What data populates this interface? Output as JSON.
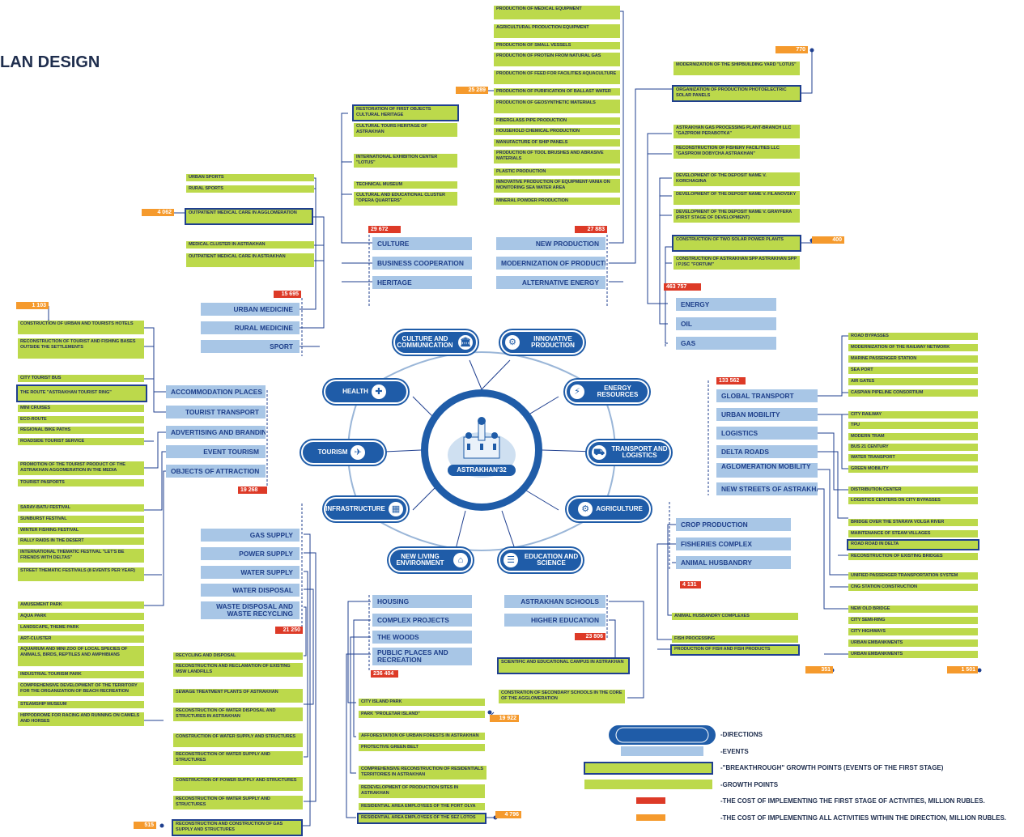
{
  "title": "LAN DESIGN",
  "hub": {
    "label": "ASTRAKHAN'32"
  },
  "directions": {
    "culture": "CULTURE AND COMMUNICATION",
    "innovative": "INNOVATIVE PRODUCTION",
    "health": "HEALTH",
    "energy": "ENERGY RESOURCES",
    "tourism": "TOURISM",
    "transport": "TRANSPORT AND LOGISTICS",
    "infrastructure": "INFRASTRUCTURE",
    "agriculture": "AGRICULTURE",
    "living": "NEW LIVING ENVIRONMENT",
    "education": "EDUCATION AND SCIENCE"
  },
  "costs": {
    "c1103": "1 103",
    "c4062": "4 062",
    "c25289": "25 289",
    "c770": "770",
    "c400": "400",
    "c515": "515",
    "c4796": "4 796",
    "c19922": "19 922",
    "c351": "351",
    "c1501": "1 501",
    "r29672": "29 672",
    "r27883": "27 883",
    "r15695": "15 695",
    "r463757": "463 757",
    "r133562": "133 562",
    "r19268": "19 268",
    "r4131": "4 131",
    "r21250": "21 250",
    "r23806": "23 806",
    "r236404": "236 404"
  },
  "events": {
    "culture": "CULTURE",
    "business": "BUSINESS COOPERATION",
    "heritage": "HERITAGE",
    "new_production": "NEW PRODUCTION",
    "modernization": "MODERNIZATION OF PRODUCTION",
    "alt_energy": "ALTERNATIVE ENERGY",
    "urban_medicine": "URBAN MEDICINE",
    "rural_medicine": "RURAL MEDICINE",
    "sport": "SPORT",
    "energy": "ENERGY",
    "oil": "OIL",
    "gas": "GAS",
    "accommodation": "ACCOMMODATION PLACES",
    "tourist_transport": "TOURIST TRANSPORT",
    "advertising": "ADVERTISING AND BRANDING",
    "event_tourism": "EVENT TOURISM",
    "attraction": "OBJECTS OF ATTRACTION",
    "global_transport": "GLOBAL TRANSPORT",
    "urban_mobility": "URBAN MOBILITY",
    "logistics": "LOGISTICS",
    "delta_roads": "DELTA ROADS",
    "aglomeration": "AGLOMERATION MOBILITY",
    "new_streets": "NEW STREETS OF ASTRAKHAN",
    "crop": "CROP PRODUCTION",
    "fisheries": "FISHERIES COMPLEX",
    "animal": "ANIMAL HUSBANDRY",
    "gas_supply": "GAS SUPPLY",
    "power_supply": "POWER SUPPLY",
    "water_supply": "WATER SUPPLY",
    "water_disposal": "WATER DISPOSAL",
    "waste": "WASTE DISPOSAL AND WASTE RECYCLING",
    "housing": "HOUSING",
    "complex": "COMPLEX PROJECTS",
    "woods": "THE WOODS",
    "public_places": "PUBLIC PLACES AND RECREATION",
    "schools": "ASTRAKHAN SCHOOLS",
    "higher_ed": "HIGHER EDUCATION"
  },
  "growth": {
    "culture": [
      "RESTORATION OF FIRST OBJECTS CULTURAL HERITAGE",
      "CULTURAL TOURS HERITAGE OF ASTRAKHAN",
      "INTERNATIONAL EXHIBITION CENTER \"LOTUS\"",
      "TECHNICAL MUSEUM",
      "CULTURAL AND EDUCATIONAL CLUSTER \"OPERA QUARTERS\""
    ],
    "production": [
      "PRODUCTION OF MEDICAL EQUIPMENT",
      "AGRICULTURAL PRODUCTION EQUIPMENT",
      "PRODUCTION OF SMALL VESSELS",
      "PRODUCTION OF PROTEIN FROM NATURAL GAS",
      "PRODUCTION OF FEED FOR FACILITIES AQUACULTURE",
      "PRODUCTION OF PURIFICATION OF BALLAST WATER",
      "PRODUCTION OF GEOSYNTHETIC MATERIALS",
      "FIBERGLASS PIPE PRODUCTION",
      "HOUSEHOLD CHEMICAL PRODUCTION",
      "MANUFACTURE OF SHIP PANELS",
      "PRODUCTION OF TOOL BRUSHES AND ABRASIVE MATERIALS",
      "PLASTIC PRODUCTION",
      "INNOVATIVE PRODUCTION OF EQUIPMENT-VANIA ON MONITORING SEA WATER AREA",
      "MINERAL POWDER PRODUCTION"
    ],
    "shipyard": [
      "MODERNIZATION OF THE SHIPBUILDING YARD \"LOTUS\"",
      "ORGANIZATION OF PRODUCTION PHOTOELECTRIC SOLAR PANELS"
    ],
    "gasproc": [
      "ASTRAKHAN GAS PROCESSING PLANT-BRANCH LLC \"GAZPROM PERABOTKA\"",
      "RECONSTRUCTION OF FISHERY FACILITIES LLC \"GASPROM DOBYCHA ASTRAKHAN\""
    ],
    "deposits": [
      "DEVELOPMENT OF THE DEPOSIT NAME V. KORCHAGINA",
      "DEVELOPMENT OF THE DEPOSIT NAME V. FILANOVSKY",
      "DEVELOPMENT OF THE DEPOSIT NAME V. GRAYFERA (FIRST STAGE OF DEVELOPMENT)"
    ],
    "solar": [
      "CONSTRUCTION OF TWO SOLAR POWER PLANTS",
      "CONSTRUCTION OF ASTRAKHAN SPP ASTRAKHAN SPP / PJSC \"FORTUM\""
    ],
    "sport": [
      "URBAN SPORTS",
      "RURAL SPORTS"
    ],
    "medicine": [
      "OUTPATIENT MEDICAL CARE IN AGGLOMERATION",
      "MEDICAL CLUSTER IN ASTRAKHAN",
      "OUTPATIENT MEDICAL CARE IN ASTRAKHAN"
    ],
    "accommodation": [
      "CONSTRUCTION OF URBAN AND TOURISTS HOTELS",
      "RECONSTRUCTION OF TOURIST AND FISHING BASES OUTSIDE THE SETTLEMENTS"
    ],
    "transport_t": [
      "CITY TOURIST BUS",
      "THE ROUTE \"ASTRAKHAN TOURIST RING\"",
      "MINI CRUISES",
      "ECO-ROUTE",
      "REGIONAL BIKE PATHS",
      "ROADSIDE TOURIST SERVICE"
    ],
    "promo": [
      "PROMOTION OF THE TOURIST PRODUCT OF THE ASTRAKHAN AGGOMERATION IN THE MEDIA",
      "TOURIST PASPORTS"
    ],
    "festivals": [
      "SARAY-BATU FESTIVAL",
      "SUNBURST FESTIVAL",
      "WINTER FISHING FESTIVAL",
      "RALLY RAIDS IN THE DESERT",
      "INTERNATIONAL THEMATIC FESTIVAL \"LET'S BE FRIENDS WITH DELTAS\"",
      "STREET THEMATIC FESTIVALS (8 EVENTS PER YEAR)"
    ],
    "attractions": [
      "AMUSEMENT PARK",
      "AQUA PARK",
      "LANDSCAPE, THEME PARK",
      "ART-CLUSTER",
      "AQUARIUM AND MINI ZOO OF LOCAL SPECIES OF ANIMALS, BIRDS, REPTILES AND AMPHIBIANS",
      "INDUSTRIAL TOURISM PARK",
      "COMPREHENSIVE DEVELOPMENT OF THE TERRITORY FOR THE ORGANIZATION OF BEACH RECREATION",
      "STEAMSHIP MUSEUM",
      "HIPPODROME FOR RACING AND RUNNING ON CAMELS AND HORSES"
    ],
    "roads": [
      "ROAD BYPASSES",
      "MODERNIZATION OF THE RAILWAY NETWORK",
      "MARINE PASSENGER STATION",
      "SEA PORT",
      "AIR GATES",
      "CASPIAN PIPELINE CONSORTIUM"
    ],
    "mobility": [
      "CITY RAILWAY",
      "TPU",
      "MODERN TRAM",
      "BUS 21 CENTURY",
      "WATER TRANSPORT",
      "GREEN MOBILITY"
    ],
    "logistics": [
      "DISTRIBUTION CENTER",
      "LOGISTICS CENTERS ON CITY BYPASSES"
    ],
    "delta": [
      "BRIDGE OVER THE STARAYA VOLGA RIVER",
      "MAINTENANCE OF STEAM VILLAGES",
      "ROAD ROAD IN DELTA",
      "RECONSTRUCTION OF EXISTING BRIDGES"
    ],
    "aglo": [
      "UNIFIED PASSENGER TRANSPORTATION SYSTEM",
      "CNG STATION CONSTRUCTION"
    ],
    "streets": [
      "NEW OLD BRIDGE",
      "CITY SEMI-RING",
      "CITY HIGHWAYS",
      "URBAN EMBANKMENTS",
      "URBAN EMBANKMENTS"
    ],
    "agri": [
      "ANIMAL HUSBANDRY COMPLEXES",
      "FISH PROCESSING",
      "PRODUCTION OF FISH AND FISH PRODUCTS"
    ],
    "infra": [
      "RECYCLING AND DISPOSAL",
      "RECONSTRUCTION AND RECLAMATION OF EXISTING MSW LANDFILLS",
      "SEWAGE TREATMENT PLANTS OF ASTRAKHAN",
      "RECONSTRUCTION OF WATER DISPOSAL AND STRUCTURES IN ASTRAKHAN",
      "CONSTRUCTION OF WATER SUPPLY AND STRUCTURES",
      "RECONSTRUCTION OF WATER SUPPLY AND STRUCTURES",
      "CONSTRUCTION OF POWER SUPPLY AND STRUCTURES",
      "RECONSTRUCTION OF WATER SUPPLY AND STRUCTURES",
      "RECONSTRUCTION AND CONSTRUCTION OF GAS SUPPLY AND STRUCTURES"
    ],
    "living": [
      "CITY ISLAND PARK",
      "PARK \"PROLETAR ISLAND\"",
      "AFFORESTATION OF URBAN FORESTS IN ASTRAKHAN",
      "PROTECTIVE GREEN BELT",
      "COMPREHENSIVE RECONSTRUCTION OF RESIDENTIALS TERRITORIES IN ASTRAKHAN",
      "REDEVELOPMENT OF PRODUCTION SITES IN ASTRAKHAN",
      "RESIDENTIAL AREA EMPLOYEES OF THE PORT OLYA",
      "RESIDENTIAL AREA EMPLOYEES OF THE SEZ LOTOS"
    ],
    "education": [
      "SCIENTIFIC AND EDUCATIONAL CAMPUS IN ASTRAKHAN",
      "CONSTRATION OF SECONDARY SCHOOLS IN THE CORE OF THE AGGLOMERATION"
    ]
  },
  "legend": [
    "-DIRECTIONS",
    "-EVENTS",
    "-\"BREAKTHROUGH\" GROWTH POINTS (EVENTS OF THE FIRST STAGE)",
    "-GROWTH POINTS",
    "-THE COST OF IMPLEMENTING THE FIRST STAGE OF ACTIVITIES, MILLION RUBLES.",
    "-THE COST OF IMPLEMENTING ALL ACTIVITIES WITHIN THE DIRECTION, MILLION RUBLES."
  ],
  "colors": {
    "direction": "#1f5ca8",
    "event": "#a8c6e6",
    "growth": "#bcd94b",
    "first_stage_cost": "#dd3a27",
    "total_cost": "#f59a2d"
  }
}
